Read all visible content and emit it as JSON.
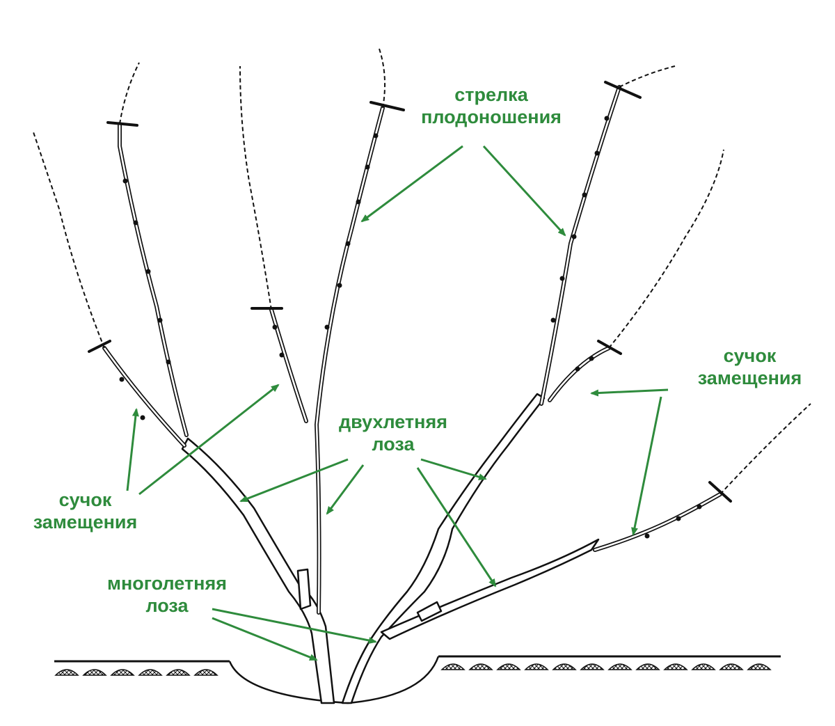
{
  "colors": {
    "label": "#2e8b3c",
    "ink": "#111111",
    "background": "#ffffff"
  },
  "labels": {
    "fruiting_arrow": {
      "line1": "стрелка",
      "line2": "плодоношения"
    },
    "replacement_spur_right": {
      "line1": "сучок",
      "line2": "замещения"
    },
    "two_year_vine": {
      "line1": "двухлетняя",
      "line2": "лоза"
    },
    "replacement_spur_left": {
      "line1": "сучок",
      "line2": "замещения"
    },
    "perennial_vine": {
      "line1": "многолетняя",
      "line2": "лоза"
    }
  }
}
